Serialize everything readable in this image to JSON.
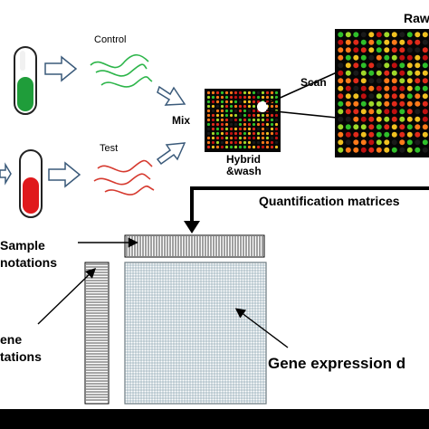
{
  "labels": {
    "raw": "Raw",
    "control": "Control",
    "test": "Test",
    "mix": "Mix",
    "scan": "Scan",
    "hybrid_wash_line1": "Hybrid",
    "hybrid_wash_line2": "&wash",
    "quantification": "Quantification matrices",
    "sample_line1": "Sample",
    "sample_line2": "notations",
    "gene_line1": "ene",
    "gene_line2": "tations",
    "gene_expression": "Gene expression d"
  },
  "colors": {
    "control_strand": "#2db54a",
    "test_strand": "#d63a2f",
    "control_tube_fill": "#1f9d3a",
    "test_tube_fill": "#e0191c",
    "matrix_grid": "#6a8a9a"
  }
}
